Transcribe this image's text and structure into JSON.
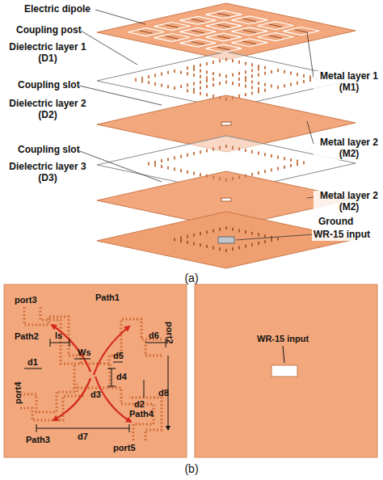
{
  "diagram": {
    "labels": [
      "Electric dipole",
      "Coupling post",
      "Dielectric layer 1 (D1)",
      "Coupling slot",
      "Dielectric layer 2 (D2)",
      "Coupling slot",
      "Dielectric layer 3 (D3)",
      "Metal layer 1 (M1)",
      "Metal layer 2 (M2)",
      "Metal layer 2 (M2)",
      "Ground",
      "WR-15 input",
      "(a)",
      "port3",
      "Path1",
      "Path2",
      "ls",
      "Ws",
      "d5",
      "d6",
      "port2",
      "d1",
      "d4",
      "d3",
      "d2",
      "d8",
      "port4",
      "Path3",
      "d7",
      "Path4",
      "port5",
      "WR-15 input",
      "(b)"
    ]
  }
}
